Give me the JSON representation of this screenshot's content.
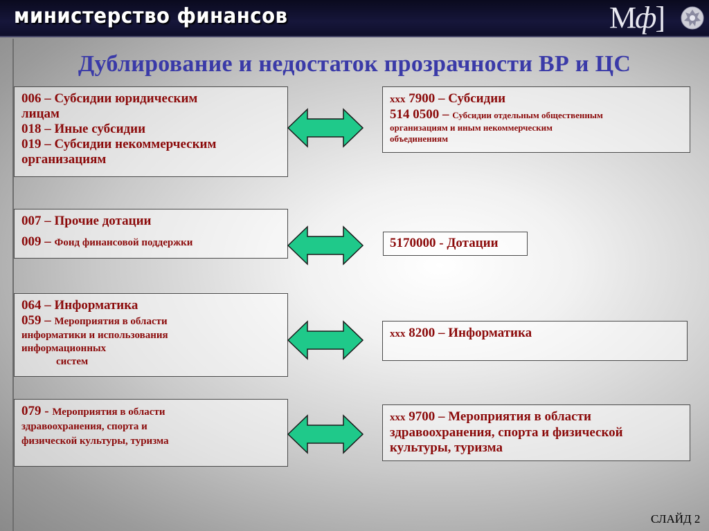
{
  "header": {
    "ministry": "министерство финансов",
    "logo_main": "М",
    "logo_sub": "ф",
    "logo_end": "]"
  },
  "title": "Дублирование и недостаток прозрачности ВР и ЦС",
  "rows": [
    {
      "left": {
        "l1": "006 – Субсидии юридическим",
        "l2": "лицам",
        "l3": "018 – Иные субсидии",
        "l4": "019 – Субсидии некоммерческим",
        "l5": "организациям"
      },
      "right": {
        "l1_code": "ххх",
        "l1_text": " 7900 – Субсидии",
        "l2_code": "514 0500 – ",
        "l2_text": "Субсидии отдельным       общественным",
        "l3": "организациям и      иным некоммерческим",
        "l4": "объединениям"
      }
    },
    {
      "left": {
        "l1": "007 – Прочие дотации",
        "l2_code": "009 – ",
        "l2_text": "Фонд финансовой       поддержки"
      },
      "right": {
        "l1": "5170000 - Дотации"
      }
    },
    {
      "left": {
        "l1": "064 – Информатика",
        "l2_code": "059 – ",
        "l2_text": "Мероприятия в области",
        "l3": "информатики и          использования",
        "l4": "информационных",
        "l5": "систем"
      },
      "right": {
        "l1_code": "ххх",
        "l1_text": " 8200 – Информатика"
      }
    },
    {
      "left": {
        "l1_code": "079 - ",
        "l1_text": "Мероприятия в области",
        "l2": "здравоохранения, спорта     и",
        "l3": "физической культуры, туризма"
      },
      "right": {
        "l1_code": "ххх",
        "l1_text": " 9700 – Мероприятия в области",
        "l2": "здравоохранения, спорта и    физической",
        "l3": "культуры, туризма"
      }
    }
  ],
  "footer": {
    "slide": "СЛАЙД 2"
  },
  "colors": {
    "title": "#3a3aa8",
    "text": "#8b0a0a",
    "arrow_fill": "#1fc98a"
  }
}
